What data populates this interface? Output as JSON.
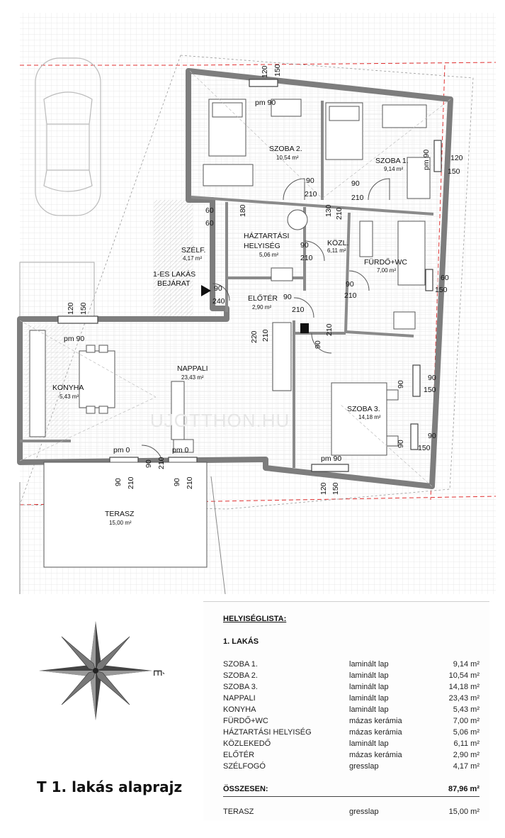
{
  "watermark": "UJOTTHON.HU",
  "rooms": {
    "szoba2": {
      "name": "SZOBA 2.",
      "area": "10,54 m²"
    },
    "szoba1": {
      "name": "SZOBA 1.",
      "area": "9,14 m²"
    },
    "haztartasi1": "HÁZTARTÁSI",
    "haztartasi2": "HELYISÉG",
    "haztartasi_area": "5,06 m²",
    "kozl": {
      "name": "KÖZL.",
      "area": "6,11 m²"
    },
    "furdo": {
      "name": "FÜRDŐ+WC",
      "area": "7,00 m²"
    },
    "szelf": {
      "name": "SZÉLF.",
      "area": "4,17 m²"
    },
    "eloter": {
      "name": "ELŐTÉR",
      "area": "2,90 m²"
    },
    "nappali": {
      "name": "NAPPALI",
      "area": "23,43 m²"
    },
    "konyha": {
      "name": "KONYHA",
      "area": "5,43 m²"
    },
    "szoba3": {
      "name": "SZOBA 3.",
      "area": "14,18 m²"
    },
    "terasz": {
      "name": "TERASZ",
      "area": "15,00 m²"
    }
  },
  "entrance": {
    "line1": "1-ES LAKÁS",
    "line2": "BEJÁRAT"
  },
  "dims": {
    "d120": "120",
    "d150": "150",
    "d90": "90",
    "d210": "210",
    "d60": "60",
    "d180": "180",
    "d130": "130",
    "d240": "240",
    "d220": "220",
    "pm90": "pm 90",
    "pm0": "pm 0"
  },
  "compass_mark": "É",
  "plan_title": "T 1. lakás alaprajz",
  "room_list": {
    "header": "HELYISÉGLISTA:",
    "subheader": "1. LAKÁS",
    "rows": [
      {
        "name": "SZOBA 1.",
        "material": "laminált lap",
        "area": "9,14 m²"
      },
      {
        "name": "SZOBA 2.",
        "material": "laminált lap",
        "area": "10,54 m²"
      },
      {
        "name": "SZOBA 3.",
        "material": "laminált lap",
        "area": "14,18 m²"
      },
      {
        "name": "NAPPALI",
        "material": "laminált lap",
        "area": "23,43 m²"
      },
      {
        "name": "KONYHA",
        "material": "laminált lap",
        "area": "5,43 m²"
      },
      {
        "name": "FÜRDŐ+WC",
        "material": "mázas kerámia",
        "area": "7,00 m²"
      },
      {
        "name": "HÁZTARTÁSI HELYISÉG",
        "material": "mázas kerámia",
        "area": "5,06 m²"
      },
      {
        "name": "KÖZLEKEDŐ",
        "material": "laminált lap",
        "area": "6,11 m²"
      },
      {
        "name": "ELŐTÉR",
        "material": "mázas kerámia",
        "area": "2,90 m²"
      },
      {
        "name": "SZÉLFOGÓ",
        "material": "gresslap",
        "area": "4,17 m²"
      }
    ],
    "total_label": "ÖSSZESEN:",
    "total_area": "87,96 m²",
    "terrace": {
      "name": "TERASZ",
      "material": "gresslap",
      "area": "15,00 m²"
    }
  },
  "colors": {
    "wall": "#8a8a8a",
    "lot_line": "#e03030",
    "hatch": "#d9d9d9"
  }
}
